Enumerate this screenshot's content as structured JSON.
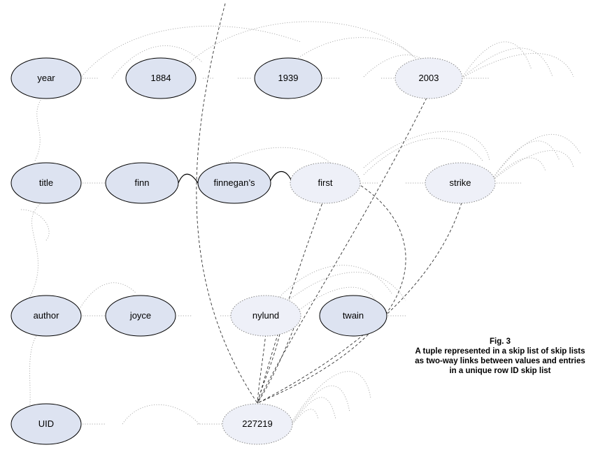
{
  "colors": {
    "header_fill": "#dde3f1",
    "value_fill": "#dde3f1",
    "active_fill": "#eef0f8",
    "link": "#a8a8a8",
    "dashed": "#333333"
  },
  "rows": [
    {
      "header": "year",
      "values": [
        "1884",
        "1939",
        "2003"
      ]
    },
    {
      "header": "title",
      "values": [
        "finn",
        "finnegan’s",
        "first",
        "strike"
      ]
    },
    {
      "header": "author",
      "values": [
        "joyce",
        "nylund",
        "twain"
      ]
    },
    {
      "header": "UID",
      "values": [
        "227219"
      ]
    }
  ],
  "caption": {
    "label": "Fig. 3",
    "lines": [
      "A tuple represented in a skip list of skip lists",
      "as two-way links between values and entries",
      "in a unique row ID skip list"
    ]
  }
}
